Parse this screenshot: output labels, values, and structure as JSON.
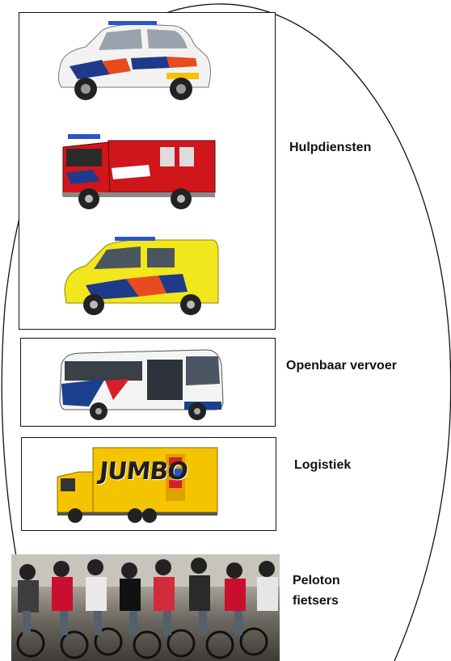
{
  "groups": [
    {
      "label": "Hulpdiensten",
      "vehicles": [
        "police-car",
        "fire-truck",
        "ambulance"
      ]
    },
    {
      "label": "Openbaar vervoer",
      "vehicles": [
        "bus"
      ]
    },
    {
      "label": "Logistiek",
      "vehicles": [
        "truck"
      ],
      "truck_text": "JUMBO"
    },
    {
      "label": "Peloton\nfietsers",
      "vehicles": [
        "cyclists-photo"
      ]
    }
  ],
  "colors": {
    "police_blue": "#1f3a8a",
    "police_red": "#e84b1e",
    "fire_red": "#d0161b",
    "ambulance_yellow": "#f2e61c",
    "bus_blue": "#1b3f8f",
    "jumbo_yellow": "#f5c400",
    "outline": "#111111"
  }
}
